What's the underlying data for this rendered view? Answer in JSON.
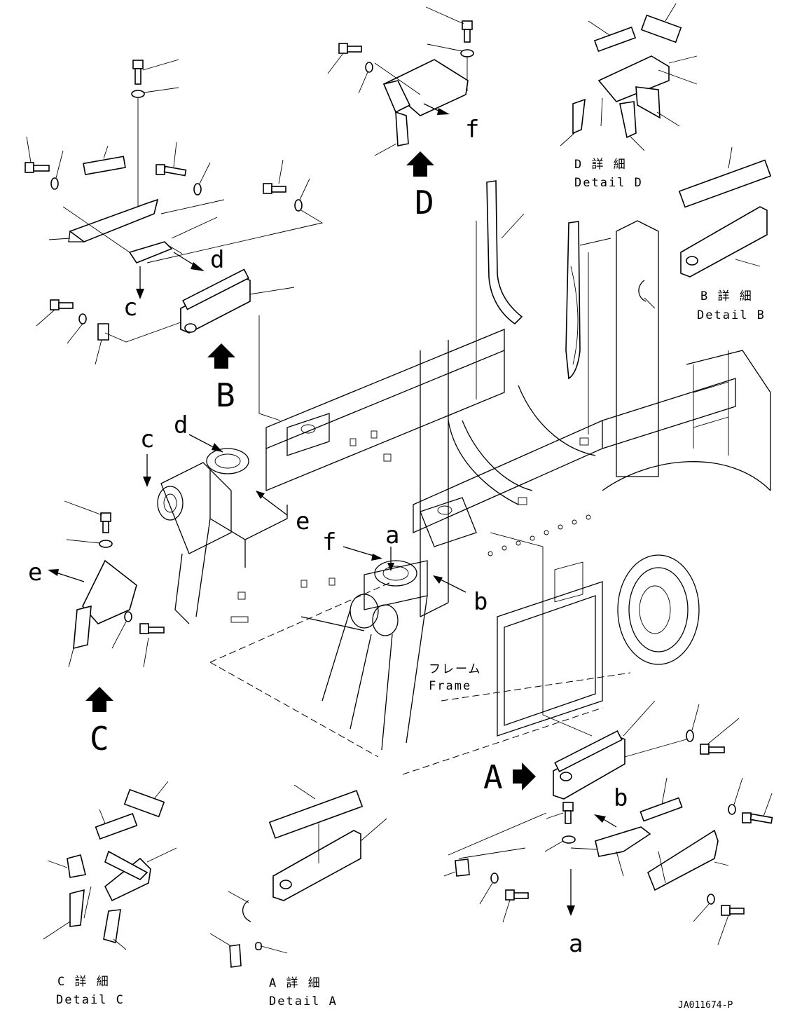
{
  "callouts": {
    "a_main": "a",
    "b_main": "b",
    "c_main": "c",
    "d_main": "d",
    "e_main": "e",
    "f_main": "f",
    "a_detail": "a",
    "b_detail": "b",
    "c_detail": "c",
    "d_detail": "d",
    "e_detail": "e",
    "f_detail": "f"
  },
  "view_markers": {
    "A": "A",
    "B": "B",
    "C": "C",
    "D": "D"
  },
  "details": {
    "A": {
      "jp": "A 詳 細",
      "en": "Detail A"
    },
    "B": {
      "jp": "B 詳 細",
      "en": "Detail B"
    },
    "C": {
      "jp": "C 詳 細",
      "en": "Detail C"
    },
    "D": {
      "jp": "D 詳 細",
      "en": "Detail D"
    }
  },
  "frame_label": {
    "jp": "フレーム",
    "en": "Frame"
  },
  "drawing_code": "JA011674-P"
}
